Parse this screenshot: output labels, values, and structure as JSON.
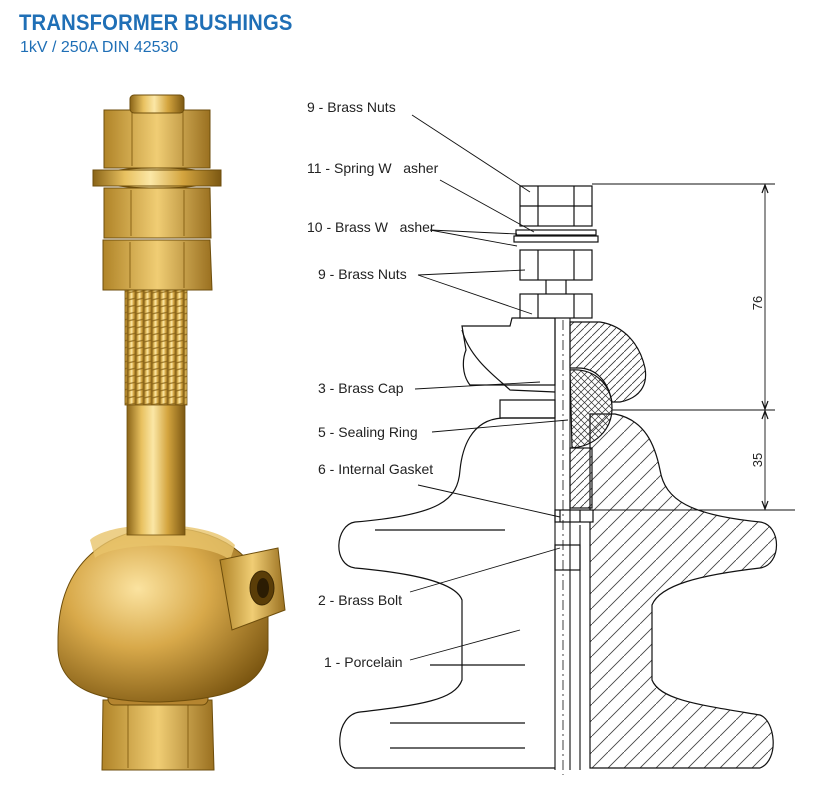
{
  "header": {
    "title": "TRANSFORMER BUSHINGS",
    "subtitle": "1kV / 250A DIN 42530"
  },
  "labels": {
    "brass_nuts_top": "9 - Brass Nuts",
    "spring_washer": "11 - Spring W   asher",
    "brass_washer": "10 - Brass W   asher",
    "brass_nuts_lower": "9 - Brass Nuts",
    "brass_cap": "3 - Brass Cap",
    "sealing_ring": "5 - Sealing Ring",
    "internal_gasket": "6 - Internal Gasket",
    "brass_bolt": "2 - Brass Bolt",
    "porcelain": "1 - Porcelain"
  },
  "dimensions": {
    "upper": "76",
    "lower": "35"
  },
  "colors": {
    "title": "#1f6fb6",
    "brass_light": "#f3d27a",
    "brass_mid": "#d4a53f",
    "brass_dark": "#8a6417"
  }
}
